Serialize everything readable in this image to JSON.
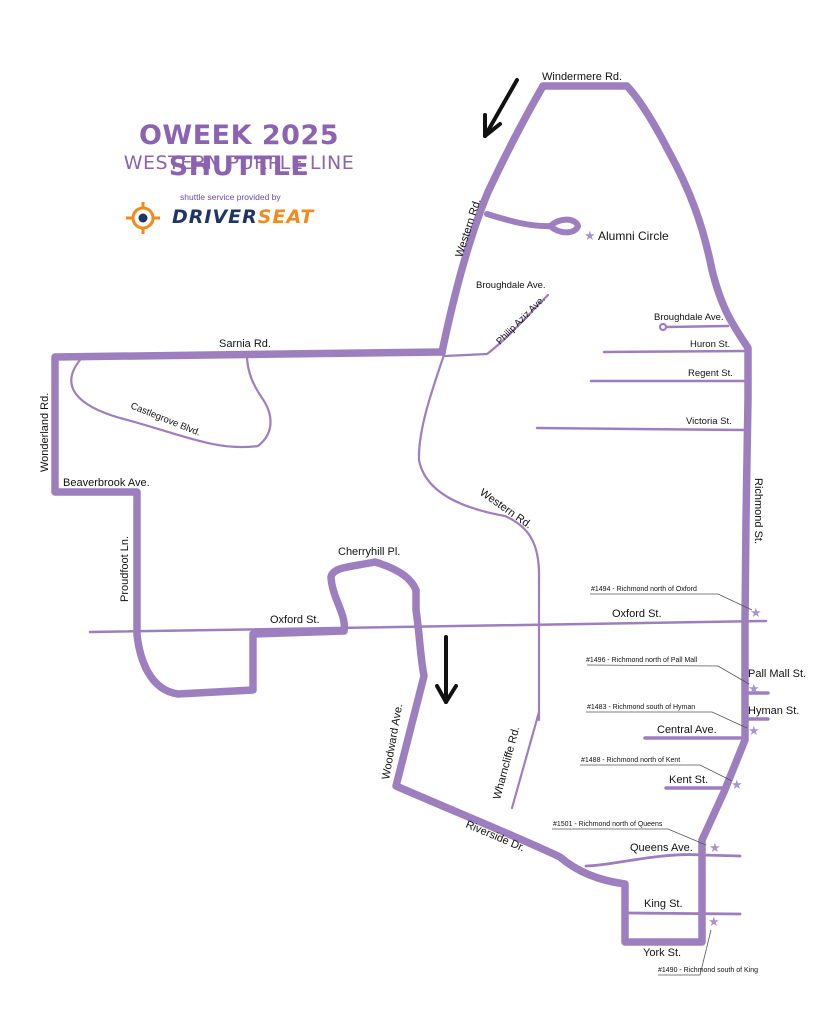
{
  "header": {
    "title": "OWEEK 2025 SHUTTLE",
    "subtitle": "WESTERN PURPLE LINE",
    "provided_by": "shuttle service provided by",
    "logo_text_a": "DRIVER",
    "logo_text_b": "SEAT"
  },
  "colors": {
    "route": "#9d7fbf",
    "title": "#8b63b0",
    "logo_navy": "#1f3566",
    "logo_orange": "#f28a1e",
    "star": "#a695cc"
  },
  "streets": {
    "windermere": "Windermere Rd.",
    "western_rd_north": "Western Rd.",
    "alumni_circle": "Alumni Circle",
    "broughdale_w": "Broughdale Ave.",
    "philip_aziz": "Philip Aziz Ave.",
    "broughdale_e": "Broughdale Ave.",
    "huron": "Huron St.",
    "regent": "Regent St.",
    "victoria": "Victoria St.",
    "sarnia": "Sarnia Rd.",
    "wonderland": "Wonderland Rd.",
    "castlegrove": "Castlegrove Blvd.",
    "beaverbrook": "Beaverbrook Ave.",
    "proudfoot": "Proudfoot Ln.",
    "western_rd_south": "Western Rd.",
    "richmond": "Richmond St.",
    "cherryhill": "Cherryhill Pl.",
    "oxford_w": "Oxford St.",
    "oxford_e": "Oxford St.",
    "pall_mall": "Pall Mall St.",
    "hyman": "Hyman St.",
    "central": "Central Ave.",
    "kent": "Kent St.",
    "woodward": "Woodward Ave.",
    "wharncliffe": "Wharncliffe Rd.",
    "riverside": "Riverside Dr.",
    "queens": "Queens Ave.",
    "king": "King St.",
    "york": "York St."
  },
  "stops": [
    {
      "id": "#1494",
      "label": "#1494 - Richmond north of Oxford"
    },
    {
      "id": "#1496",
      "label": "#1496 - Richmond north of Pall Mall"
    },
    {
      "id": "#1483",
      "label": "#1483 - Richmond south of Hyman"
    },
    {
      "id": "#1488",
      "label": "#1488 - Richmond north of Kent"
    },
    {
      "id": "#1501",
      "label": "#1501 - Richmond north of Queens"
    },
    {
      "id": "#1490",
      "label": "#1490 - Richmond south of King"
    }
  ],
  "icons": [
    "direction-arrow-icon",
    "stop-star-icon",
    "target-logo-icon"
  ]
}
